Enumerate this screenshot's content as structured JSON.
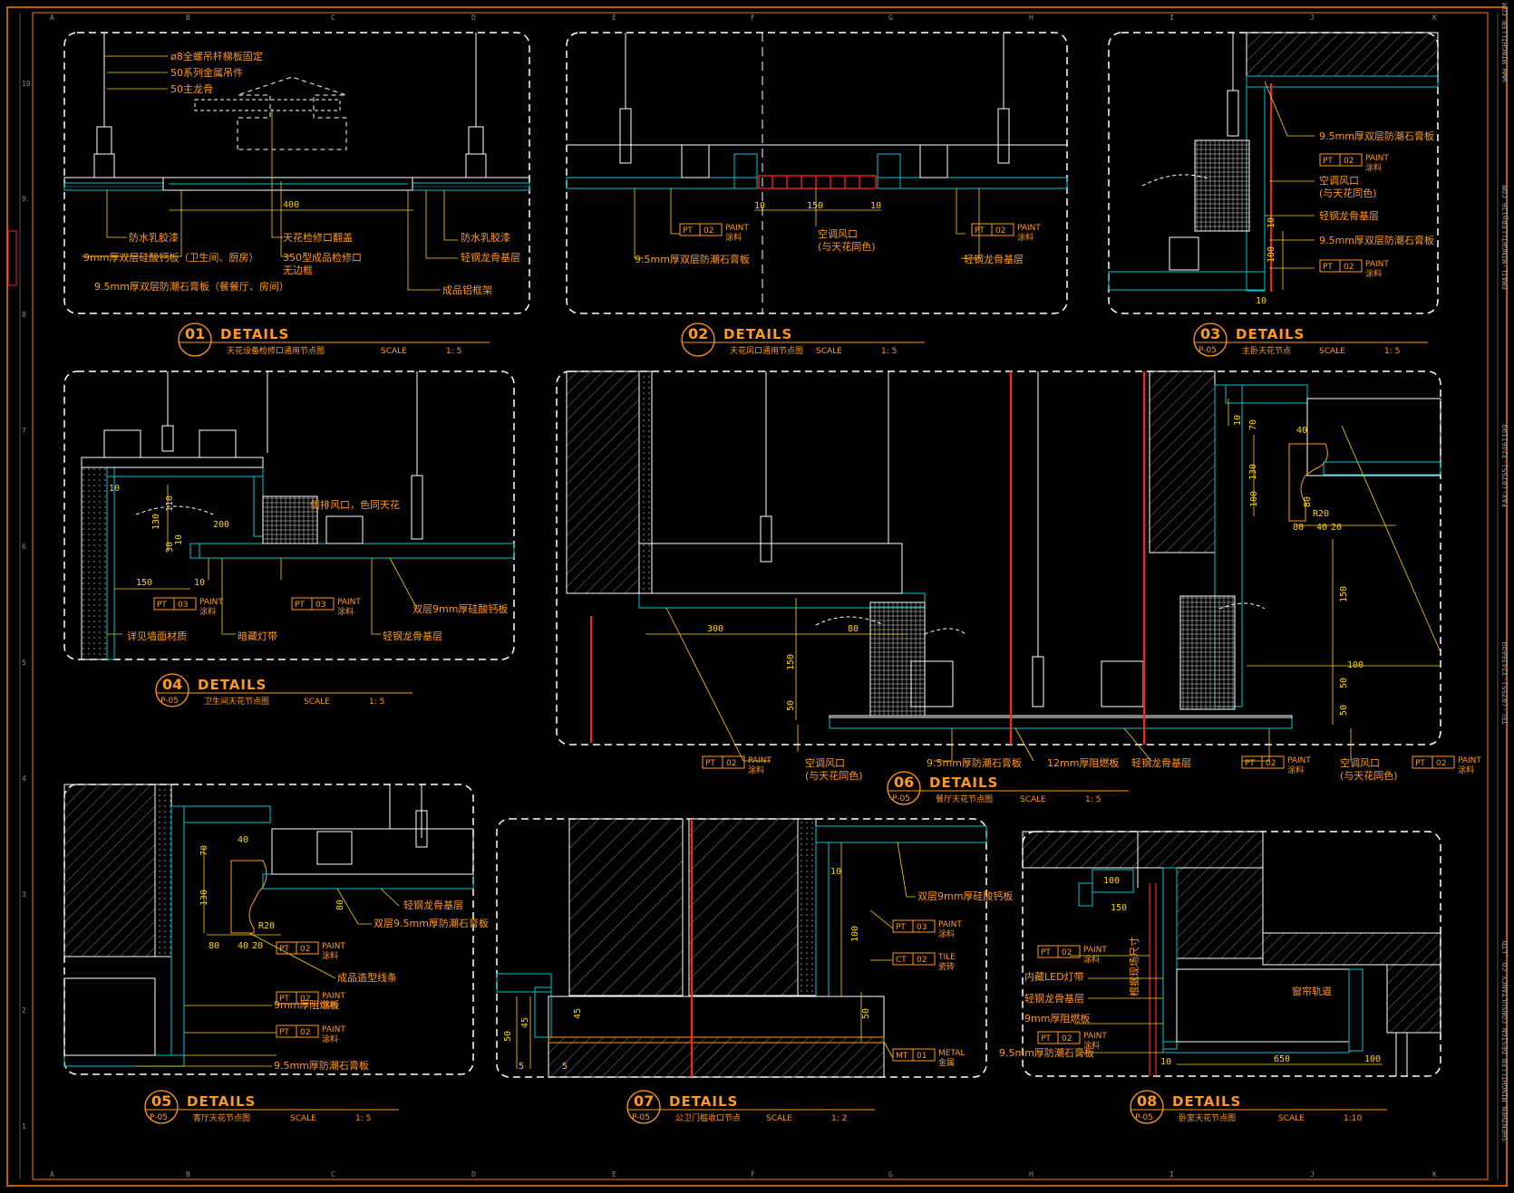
{
  "colors": {
    "frame": "#ff7a00",
    "panel": "#ffffff",
    "label": "#ff9a1e",
    "dim": "#ffd200",
    "structure": "#ffffff",
    "board": "#00c6d0",
    "cut": "#ff2020",
    "hatch": "#8a8a8a"
  },
  "grid_letters": [
    "A",
    "B",
    "C",
    "D",
    "E",
    "F",
    "G",
    "H",
    "I",
    "J",
    "K"
  ],
  "grid_numbers": [
    "10",
    "9",
    "8",
    "7",
    "6",
    "5",
    "4",
    "3",
    "2",
    "1"
  ],
  "side_text": {
    "vertical": [
      "WWW.MINGHILLER.COM",
      "EMAIL:MINGHILLER@126.COM",
      "FAX:(0755)-32461199",
      "TEL:(0755)-32436699",
      "SHENZHEN MINGHILLER DESIGN CONSULTANCY CO.,LTD"
    ]
  },
  "details": [
    {
      "id": "01",
      "heading": "DETAILS",
      "ref": "",
      "subtitle": "天花设备检修口通用节点图",
      "scale_label": "SCALE",
      "scale": "1: 5",
      "labels": [
        "ø8全螺吊杆梯板固定",
        "50系列金属吊件",
        "50主龙骨",
        "防水乳胶漆",
        "天花检修口翻盖",
        "防水乳胶漆",
        "9mm厚双层硅酸钙板（卫生间、厨房）",
        "350型成品检修口",
        "轻钢龙骨基层",
        "无边框",
        "9.5mm厚双层防潮石膏板（餐餐厅、房间）",
        "成品铝框架"
      ],
      "dims": [
        "400"
      ]
    },
    {
      "id": "02",
      "heading": "DETAILS",
      "ref": "",
      "subtitle": "天花风口通用节点图",
      "scale_label": "SCALE",
      "scale": "1: 5",
      "labels": [
        "空调风口",
        "(与天花同色)",
        "9.5mm厚双层防潮石膏板",
        "轻钢龙骨基层"
      ],
      "tags": [
        {
          "code": "PT",
          "num": "02",
          "en": "PAINT",
          "cn": "涂料"
        },
        {
          "code": "PT",
          "num": "02",
          "en": "PAINT",
          "cn": "涂料"
        }
      ],
      "dims": [
        "10",
        "150",
        "10"
      ]
    },
    {
      "id": "03",
      "heading": "DETAILS",
      "ref": "P-05",
      "subtitle": "主卧天花节点",
      "scale_label": "SCALE",
      "scale": "1: 5",
      "labels": [
        "9.5mm厚双层防潮石膏板",
        "空调风口",
        "(与天花同色)",
        "轻钢龙骨基层",
        "9.5mm厚双层防潮石膏板"
      ],
      "tags": [
        {
          "code": "PT",
          "num": "02",
          "en": "PAINT",
          "cn": "涂料"
        },
        {
          "code": "PT",
          "num": "02",
          "en": "PAINT",
          "cn": "涂料"
        }
      ],
      "dims": [
        "10",
        "100",
        "10"
      ]
    },
    {
      "id": "04",
      "heading": "DETAILS",
      "ref": "P-05",
      "subtitle": "卫生间天花节点图",
      "scale_label": "SCALE",
      "scale": "1: 5",
      "labels": [
        "侧排风口，色同天花",
        "双层9mm厚硅酸钙板",
        "详见墙面材质",
        "暗藏灯带",
        "轻钢龙骨基层"
      ],
      "tags": [
        {
          "code": "PT",
          "num": "03",
          "en": "PAINT",
          "cn": "涂料"
        },
        {
          "code": "PT",
          "num": "03",
          "en": "PAINT",
          "cn": "涂料"
        }
      ],
      "dims": [
        "10",
        "130",
        "110",
        "200",
        "30",
        "10",
        "150",
        "10"
      ]
    },
    {
      "id": "06",
      "heading": "DETAILS",
      "ref": "P-05",
      "subtitle": "餐厅天花节点图",
      "scale_label": "SCALE",
      "scale": "1: 5",
      "labels": [
        "空调风口",
        "(与天花同色)",
        "9.5mm厚防潮石膏板",
        "12mm厚阻燃板",
        "轻钢龙骨基层",
        "空调风口",
        "(与天花同色)"
      ],
      "tags": [
        {
          "code": "PT",
          "num": "02",
          "en": "PAINT",
          "cn": "涂料"
        },
        {
          "code": "PT",
          "num": "02",
          "en": "PAINT",
          "cn": "涂料"
        },
        {
          "code": "PT",
          "num": "02",
          "en": "PAINT",
          "cn": "涂料"
        }
      ],
      "dims": [
        "300",
        "80",
        "150",
        "50",
        "10",
        "70",
        "40",
        "130",
        "80",
        "R20",
        "80",
        "40",
        "20",
        "100",
        "150",
        "50",
        "50",
        "100"
      ]
    },
    {
      "id": "05",
      "heading": "DETAILS",
      "ref": "P-05",
      "subtitle": "客厅天花节点图",
      "scale_label": "SCALE",
      "scale": "1: 5",
      "labels": [
        "轻钢龙骨基层",
        "双层9.5mm厚防潮石膏板",
        "成品造型线条",
        "9mm厚阻燃板",
        "9.5mm厚防潮石膏板"
      ],
      "tags": [
        {
          "code": "PT",
          "num": "02",
          "en": "PAINT",
          "cn": "涂料"
        },
        {
          "code": "PT",
          "num": "02",
          "en": "PAINT",
          "cn": "涂料"
        },
        {
          "code": "PT",
          "num": "02",
          "en": "PAINT",
          "cn": "涂料"
        }
      ],
      "dims": [
        "40",
        "70",
        "130",
        "R20",
        "80",
        "40",
        "20",
        "80"
      ]
    },
    {
      "id": "07",
      "heading": "DETAILS",
      "ref": "P-05",
      "subtitle": "公卫门槛收口节点",
      "scale_label": "SCALE",
      "scale": "1: 2",
      "labels": [
        "双层9mm厚硅酸钙板"
      ],
      "tags": [
        {
          "code": "PT",
          "num": "03",
          "en": "PAINT",
          "cn": "涂料"
        },
        {
          "code": "CT",
          "num": "02",
          "en": "TILE",
          "cn": "瓷砖"
        },
        {
          "code": "MT",
          "num": "01",
          "en": "METAL",
          "cn": "金属"
        }
      ],
      "dims": [
        "10",
        "100",
        "45",
        "50",
        "50",
        "45",
        "5",
        "5"
      ]
    },
    {
      "id": "08",
      "heading": "DETAILS",
      "ref": "P-05",
      "subtitle": "卧室天花节点图",
      "scale_label": "SCALE",
      "scale": "1:10",
      "labels": [
        "内藏LED灯带",
        "轻钢龙骨基层",
        "9mm厚阻燃板",
        "9.5mm厚防潮石膏板",
        "窗帘轨道",
        "根据现场尺寸"
      ],
      "tags": [
        {
          "code": "PT",
          "num": "02",
          "en": "PAINT",
          "cn": "涂料"
        },
        {
          "code": "PT",
          "num": "02",
          "en": "PAINT",
          "cn": "涂料"
        }
      ],
      "dims": [
        "100",
        "150",
        "10",
        "650",
        "100"
      ]
    }
  ]
}
